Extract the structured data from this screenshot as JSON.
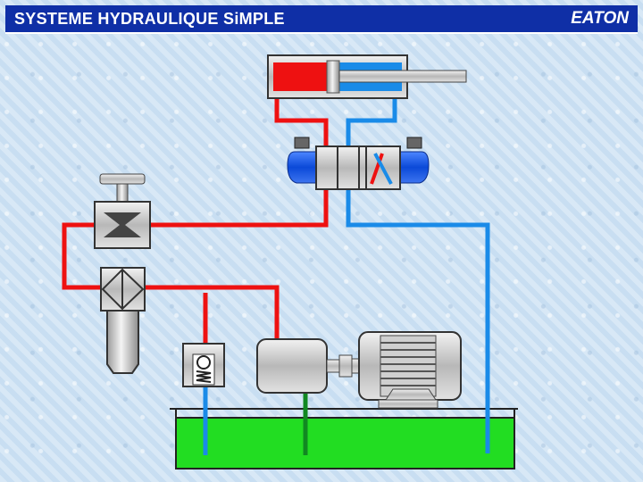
{
  "header": {
    "title": "SYSTEME HYDRAULIQUE SiMPLE",
    "logo_text": "EATON"
  },
  "colors": {
    "title_bar": "#0f2fa6",
    "pressure_line": "#ee1111",
    "return_line": "#1a8be8",
    "suction_line": "#1a8be8",
    "drain_line": "#118822",
    "oil": "#22dd22",
    "metal": "#c8c8c8"
  },
  "components": {
    "cylinder": "hydraulic-cylinder",
    "directional_valve": "directional-control-valve",
    "relief_valve": "pressure-relief-valve",
    "filter": "filter",
    "check_valve": "check-valve",
    "pump": "pump",
    "motor": "electric-motor",
    "reservoir": "reservoir"
  }
}
